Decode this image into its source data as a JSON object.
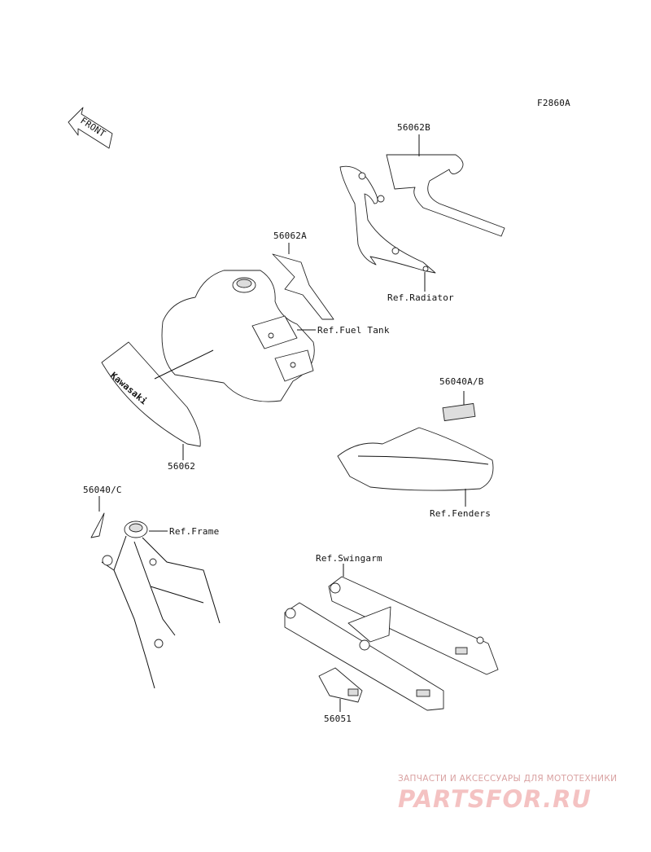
{
  "diagram_id": "F2860A",
  "front_arrow_text": "FRONT",
  "parts": {
    "p56062B": "56062B",
    "p56062A": "56062A",
    "p56062": "56062",
    "p56040AB": "56040A/B",
    "p56040C": "56040/C",
    "p56051": "56051"
  },
  "refs": {
    "radiator": "Ref.Radiator",
    "fuel_tank": "Ref.Fuel Tank",
    "fenders": "Ref.Fenders",
    "frame": "Ref.Frame",
    "swingarm": "Ref.Swingarm"
  },
  "decal_text": "Kawasaki",
  "watermark": {
    "caption": "ЗАПЧАСТИ И АКСЕССУАРЫ ДЛЯ МОТОТЕХНИКИ",
    "logo": "PARTSFOR.RU",
    "color": "#f4c2c2"
  }
}
